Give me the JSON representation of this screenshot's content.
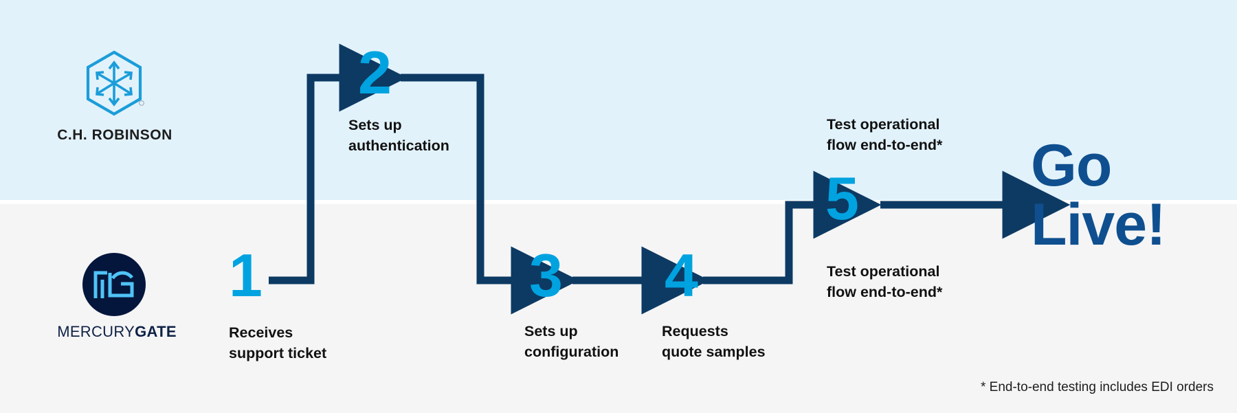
{
  "palette": {
    "band_blue": "#e2f2fb",
    "band_gray": "#f5f5f6",
    "number_blue": "#00a3e0",
    "arrow_navy": "#0d3a63",
    "golive_blue": "#0f4f8f",
    "logo_navy": "#04163c",
    "text_black": "#111111"
  },
  "lanes": {
    "top_lane_label": "C.H. Robinson",
    "bottom_lane_label": "MercuryGate"
  },
  "logos": {
    "chrobinson": {
      "name": "C.H. Robinson",
      "wordmark": "C.H. ROBINSON",
      "icon": "hexagon-arrows-icon"
    },
    "mercurygate": {
      "name": "MercuryGate",
      "wordmark_light": "MERCURY",
      "wordmark_bold": "GATE",
      "monogram": "MG",
      "icon": "mg-monogram-icon"
    }
  },
  "steps": [
    {
      "number": "1",
      "caption": "Receives\nsupport ticket",
      "lane": "bottom"
    },
    {
      "number": "2",
      "caption": "Sets up\nauthentication",
      "lane": "top"
    },
    {
      "number": "3",
      "caption": "Sets up\nconfiguration",
      "lane": "bottom"
    },
    {
      "number": "4",
      "caption": "Requests\nquote samples",
      "lane": "bottom"
    },
    {
      "number": "5",
      "caption_top": "Test operational\nflow end-to-end*",
      "caption_bottom": "Test operational\nflow end-to-end*",
      "lane": "both"
    }
  ],
  "outcome": {
    "label": "Go\nLive!"
  },
  "footnote": {
    "text": "* End-to-end testing includes EDI orders"
  }
}
